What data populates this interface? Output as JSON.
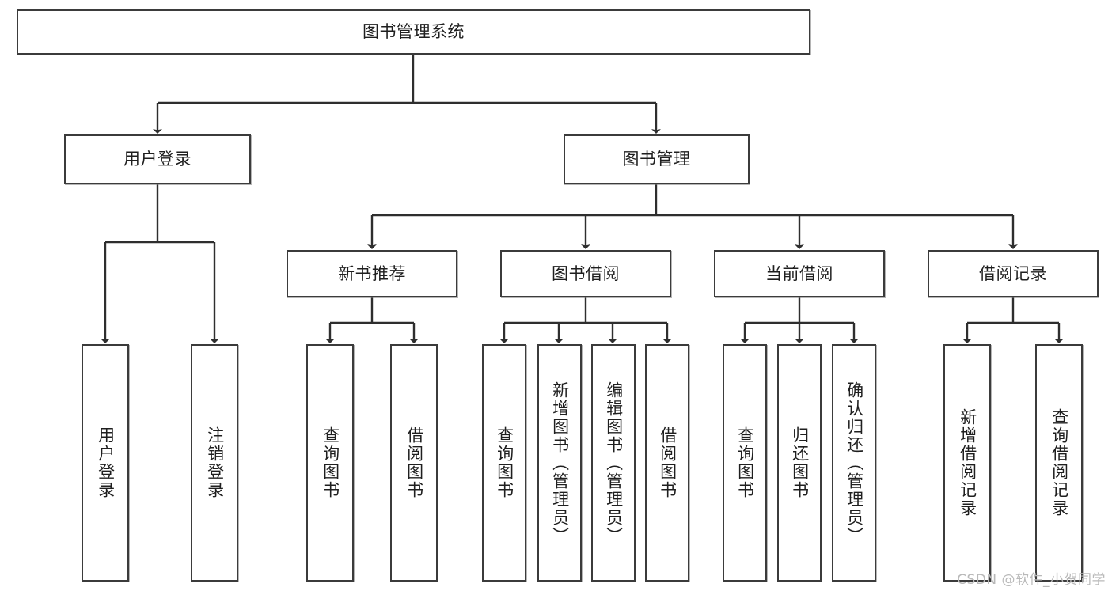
{
  "diagram": {
    "type": "tree",
    "title": "图书管理系统",
    "root": {
      "label": "图书管理系统"
    },
    "level2": [
      {
        "label": "用户登录"
      },
      {
        "label": "图书管理"
      }
    ],
    "level3": [
      {
        "label": "新书推荐"
      },
      {
        "label": "图书借阅"
      },
      {
        "label": "当前借阅"
      },
      {
        "label": "借阅记录"
      }
    ],
    "leaves": {
      "user_login": [
        {
          "label": "用户登录"
        },
        {
          "label": "注销登录"
        }
      ],
      "new_book_recommend": [
        {
          "label": "查询图书"
        },
        {
          "label": "借阅图书"
        }
      ],
      "book_borrow": [
        {
          "label": "查询图书"
        },
        {
          "label": "新增图书（管理员）"
        },
        {
          "label": "编辑图书（管理员）"
        },
        {
          "label": "借阅图书"
        }
      ],
      "current_borrow": [
        {
          "label": "查询图书"
        },
        {
          "label": "归还图书"
        },
        {
          "label": "确认归还（管理员）"
        }
      ],
      "borrow_record": [
        {
          "label": "新增借阅记录"
        },
        {
          "label": "查询借阅记录"
        }
      ]
    }
  },
  "watermark": {
    "text": "CSDN @软件_小贺同学"
  },
  "colors": {
    "border": "#3b3b3b",
    "background": "#ffffff",
    "text": "#1f1f1f",
    "watermark": "#b9b9b9"
  }
}
